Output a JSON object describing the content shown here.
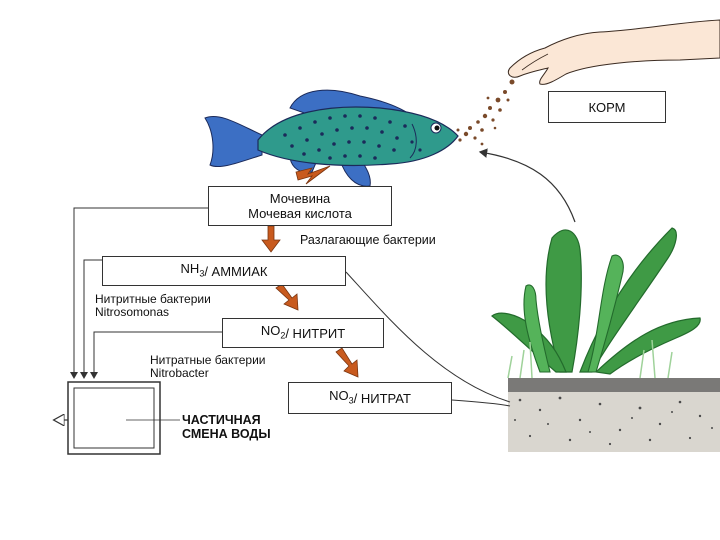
{
  "boxes": {
    "korm": "КОРМ",
    "urea_line1": "Мочевина",
    "urea_line2": "Мочевая кислота",
    "nh3_formula": "NH",
    "nh3_sub": "3",
    "nh3_name": " / АММИАК",
    "no2_formula": "NO",
    "no2_sub": "2",
    "no2_name": " / НИТРИТ",
    "no3_formula": "NO",
    "no3_sub": "3",
    "no3_name": " / НИТРАТ"
  },
  "labels": {
    "decomposing": "Разлагающие бактерии",
    "nitrite_bacteria_line1": "Нитритные бактерии",
    "nitrite_bacteria_line2": "Nitrosomonas",
    "nitrate_bacteria_line1": "Нитратные бактерии",
    "nitrate_bacteria_line2": "Nitrobacter",
    "water_change_line1": "ЧАСТИЧНАЯ",
    "water_change_line2": "СМЕНА ВОДЫ"
  },
  "colors": {
    "fish_body": "#2f9a8c",
    "fish_fin": "#3c6fc4",
    "fish_spots": "#1b2a5a",
    "plant_leaf": "#3f9a45",
    "plant_dark": "#236b2c",
    "arrow_orange": "#c85a1e",
    "soil": "#5a5a5a"
  }
}
